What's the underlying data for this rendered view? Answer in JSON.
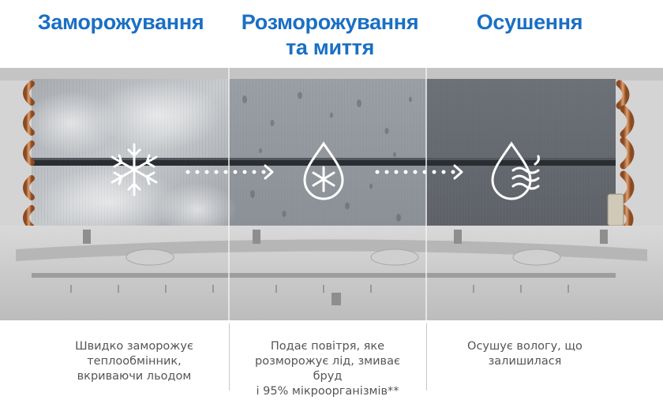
{
  "stages": [
    {
      "title": "Заморожування",
      "icon": "snowflake-icon",
      "description": [
        "Швидко заморожує",
        "теплообмінник,",
        "вкриваючи льодом"
      ]
    },
    {
      "title": [
        "Розморожування",
        "та миття"
      ],
      "icon": "water-drop-snowflake-icon",
      "description": [
        "Подає повітря, яке",
        "розморожує лід, змиває бруд",
        "і 95% мікроорганізмів**"
      ]
    },
    {
      "title": "Осушення",
      "icon": "drop-wind-icon",
      "description": [
        "Осушує вологу, що",
        "залишилася"
      ]
    }
  ],
  "colors": {
    "heading": "#1a6fc4",
    "text": "#555555",
    "icon": "#ffffff"
  }
}
